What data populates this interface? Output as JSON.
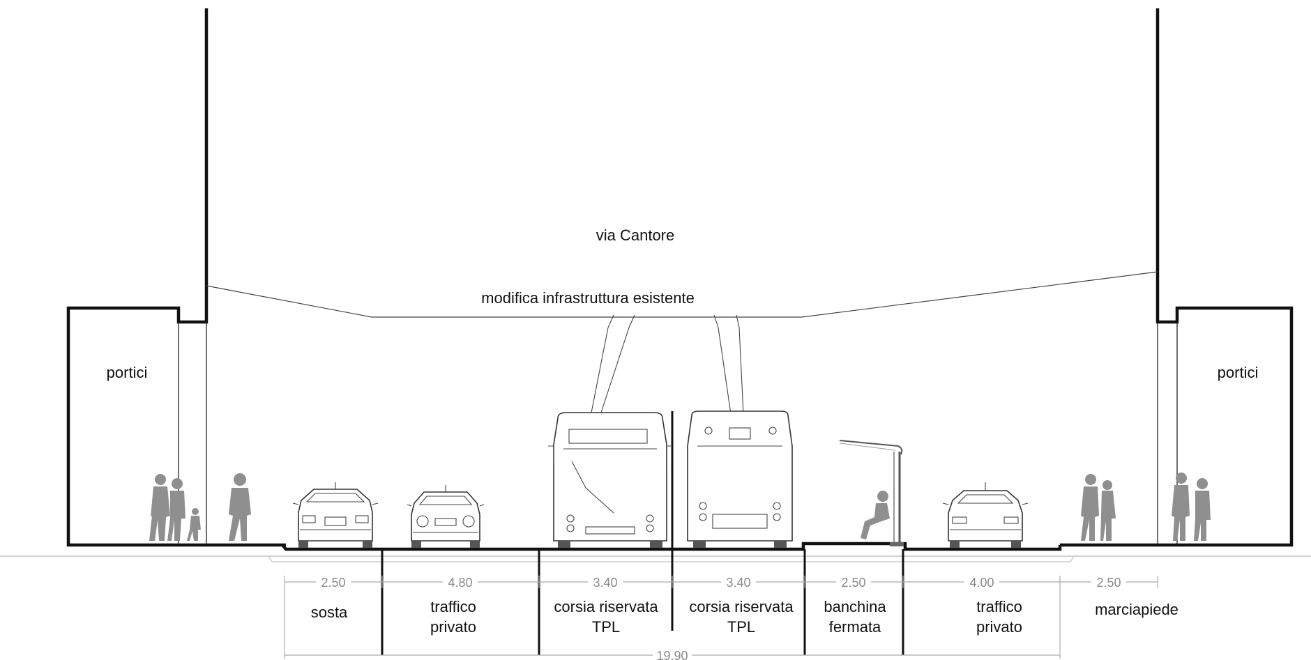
{
  "street_name": "via Cantore",
  "overhead_note": "modifica infrastruttura esistente",
  "portico_left": "portici",
  "portico_right": "portici",
  "lanes": [
    {
      "width": "2.50",
      "name_line1": "sosta",
      "name_line2": ""
    },
    {
      "width": "4.80",
      "name_line1": "traffico",
      "name_line2": "privato"
    },
    {
      "width": "3.40",
      "name_line1": "corsia riservata",
      "name_line2": "TPL"
    },
    {
      "width": "3.40",
      "name_line1": "corsia riservata",
      "name_line2": "TPL"
    },
    {
      "width": "2.50",
      "name_line1": "banchina",
      "name_line2": "fermata"
    },
    {
      "width": "4.00",
      "name_line1": "traffico",
      "name_line2": "privato"
    },
    {
      "width": "2.50",
      "name_line1": "marciapiede",
      "name_line2": ""
    }
  ],
  "total_width": "19.90"
}
